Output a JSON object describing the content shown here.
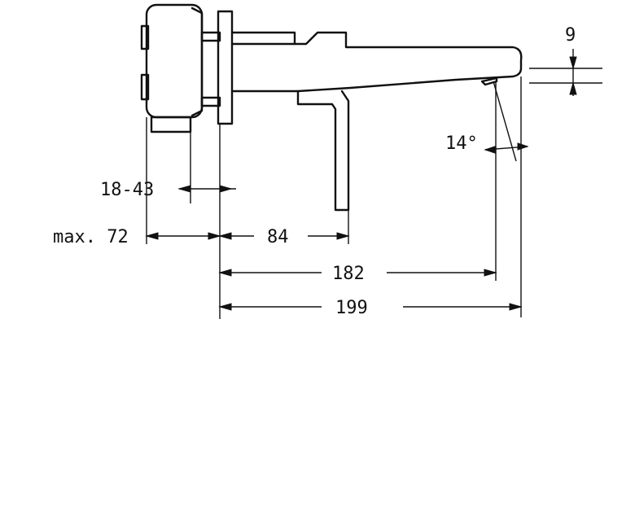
{
  "dimensions": {
    "gap_range": "18-43",
    "max_depth": "max. 72",
    "lever_offset": "84",
    "outlet_reach": "182",
    "total_length": "199",
    "spout_height": "9",
    "spout_angle": "14°"
  }
}
